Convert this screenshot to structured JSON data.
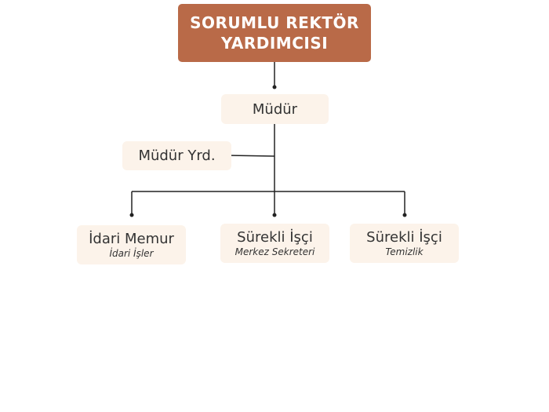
{
  "org_chart": {
    "top": {
      "line1": "SORUMLU REKTÖR",
      "line2": "YARDIMCISI"
    },
    "manager": {
      "title": "Müdür"
    },
    "deputy": {
      "title": "Müdür Yrd."
    },
    "staff": [
      {
        "title": "İdari Memur",
        "subtitle": "İdari İşler"
      },
      {
        "title": "Sürekli İşçi",
        "subtitle": "Merkez Sekreteri"
      },
      {
        "title": "Sürekli İşçi",
        "subtitle": "Temizlik"
      }
    ]
  },
  "colors": {
    "top_box": "#b96a48",
    "light_box": "#fcf3ea",
    "line": "#222222",
    "text_dark": "#333333"
  }
}
